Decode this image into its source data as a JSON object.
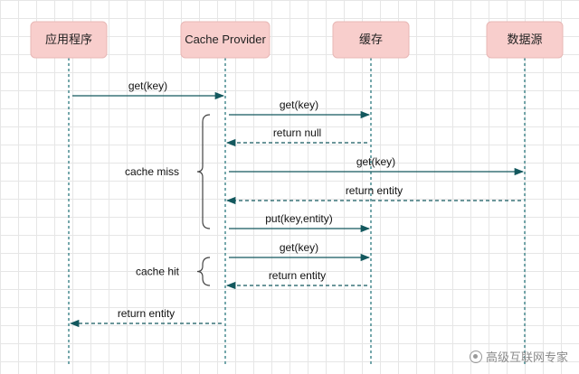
{
  "participants": [
    {
      "id": "app",
      "label": "应用程序"
    },
    {
      "id": "provider",
      "label": "Cache Provider"
    },
    {
      "id": "cache",
      "label": "缓存"
    },
    {
      "id": "datasource",
      "label": "数据源"
    }
  ],
  "messages": [
    {
      "from": "app",
      "to": "provider",
      "label": "get(key)",
      "style": "solid"
    },
    {
      "from": "provider",
      "to": "cache",
      "label": "get(key)",
      "style": "solid"
    },
    {
      "from": "cache",
      "to": "provider",
      "label": "return null",
      "style": "dashed"
    },
    {
      "from": "provider",
      "to": "datasource",
      "label": "get(key)",
      "style": "solid"
    },
    {
      "from": "datasource",
      "to": "provider",
      "label": "return entity",
      "style": "dashed"
    },
    {
      "from": "provider",
      "to": "cache",
      "label": "put(key,entity)",
      "style": "solid"
    },
    {
      "from": "provider",
      "to": "cache",
      "label": "get(key)",
      "style": "solid"
    },
    {
      "from": "cache",
      "to": "provider",
      "label": "return entity",
      "style": "dashed"
    },
    {
      "from": "provider",
      "to": "app",
      "label": "return entity",
      "style": "dashed"
    }
  ],
  "groups": [
    {
      "label": "cache miss",
      "first_message": 1,
      "last_message": 5
    },
    {
      "label": "cache hit",
      "first_message": 6,
      "last_message": 7
    }
  ],
  "watermark": {
    "text": "高级互联网专家",
    "icon": "watermark-logo-icon"
  },
  "colors": {
    "participant_fill": "#f8cecc",
    "lifeline": "#1b6f74",
    "arrow": "#13585e"
  }
}
